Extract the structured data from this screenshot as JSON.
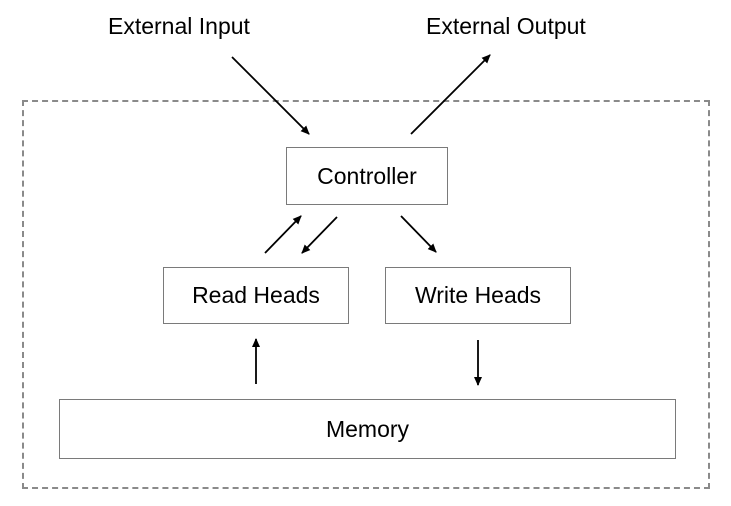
{
  "labels": {
    "external_input": "External Input",
    "external_output": "External Output"
  },
  "nodes": {
    "controller": "Controller",
    "read_heads": "Read Heads",
    "write_heads": "Write Heads",
    "memory": "Memory"
  },
  "colors": {
    "stroke": "#000000",
    "box_border": "#7a7a7a",
    "boundary": "#8a8a8a"
  }
}
